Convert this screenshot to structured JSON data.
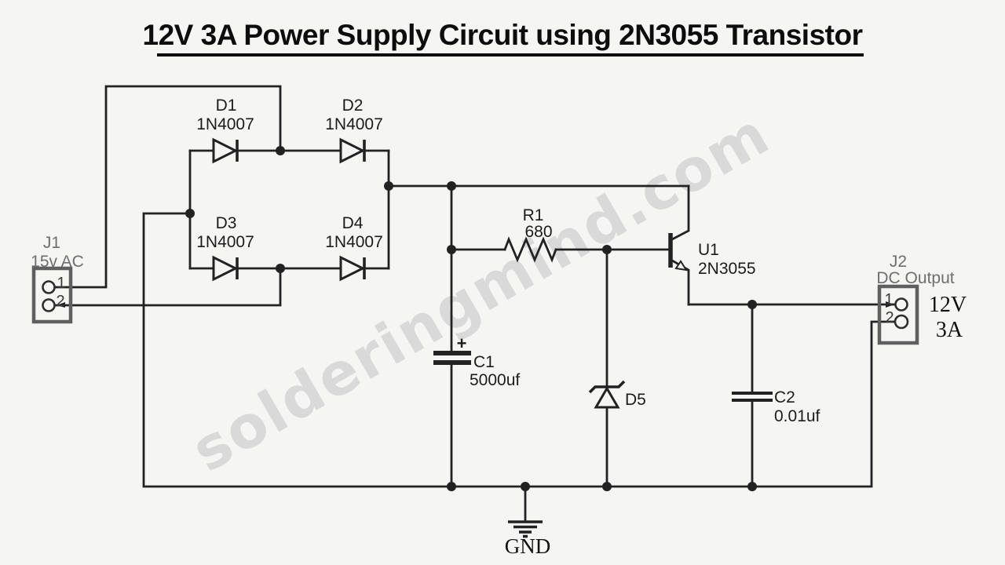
{
  "title": {
    "text": "12V 3A Power Supply Circuit using 2N3055 Transistor"
  },
  "watermark": {
    "text": "solderingmind.com"
  },
  "colors": {
    "background": "#f5f5f4",
    "wire": "#222222",
    "connector": "#5f5f5f",
    "connector_text": "#6e6e6e",
    "label": "#1c1c1c",
    "pin_text": "#3a3a3a",
    "watermark": "#d9d9d9"
  },
  "connectors": {
    "j1": {
      "ref": "J1",
      "label": "15v AC",
      "pin1": "1",
      "pin2": "2"
    },
    "j2": {
      "ref": "J2",
      "label": "DC Output",
      "pin1": "1",
      "pin2": "2",
      "voltage": "12V",
      "current": "3A"
    }
  },
  "components": {
    "d1": {
      "ref": "D1",
      "value": "1N4007"
    },
    "d2": {
      "ref": "D2",
      "value": "1N4007"
    },
    "d3": {
      "ref": "D3",
      "value": "1N4007"
    },
    "d4": {
      "ref": "D4",
      "value": "1N4007"
    },
    "d5": {
      "ref": "D5"
    },
    "r1": {
      "ref": "R1",
      "value": "680"
    },
    "c1": {
      "ref": "C1",
      "value": "5000uf",
      "polarity": "+"
    },
    "c2": {
      "ref": "C2",
      "value": "0.01uf"
    },
    "u1": {
      "ref": "U1",
      "value": "2N3055"
    }
  },
  "ground": {
    "label": "GND"
  }
}
